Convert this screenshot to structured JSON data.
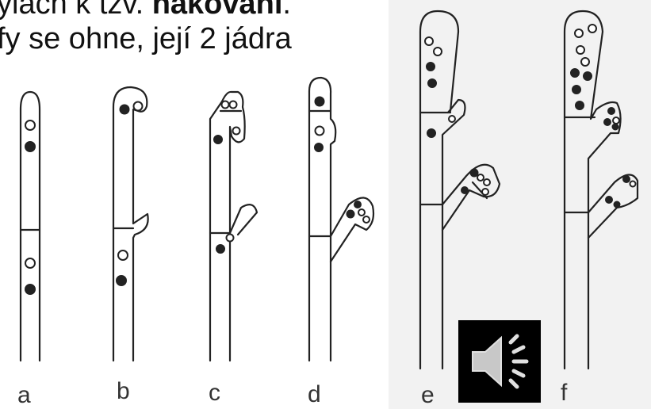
{
  "slide": {
    "text_line1_visible_fragment": "yiach k tzv. ",
    "text_line1_bold_fragment": "hakování",
    "text_line1_end": ".",
    "text_line2": "fy se ohne, její 2 jádra"
  },
  "figure": {
    "panel_labels": [
      "a",
      "b",
      "c",
      "d",
      "e",
      "f"
    ],
    "colors": {
      "ink": "#222222",
      "nucleus_fill": "#222222",
      "open_nucleus_fill": "#ffffff",
      "photo_bg": "#f2f2f2"
    }
  },
  "audio_icon": {
    "name": "speaker-icon",
    "bg": "#000000",
    "fg": "#e0e0e0"
  }
}
